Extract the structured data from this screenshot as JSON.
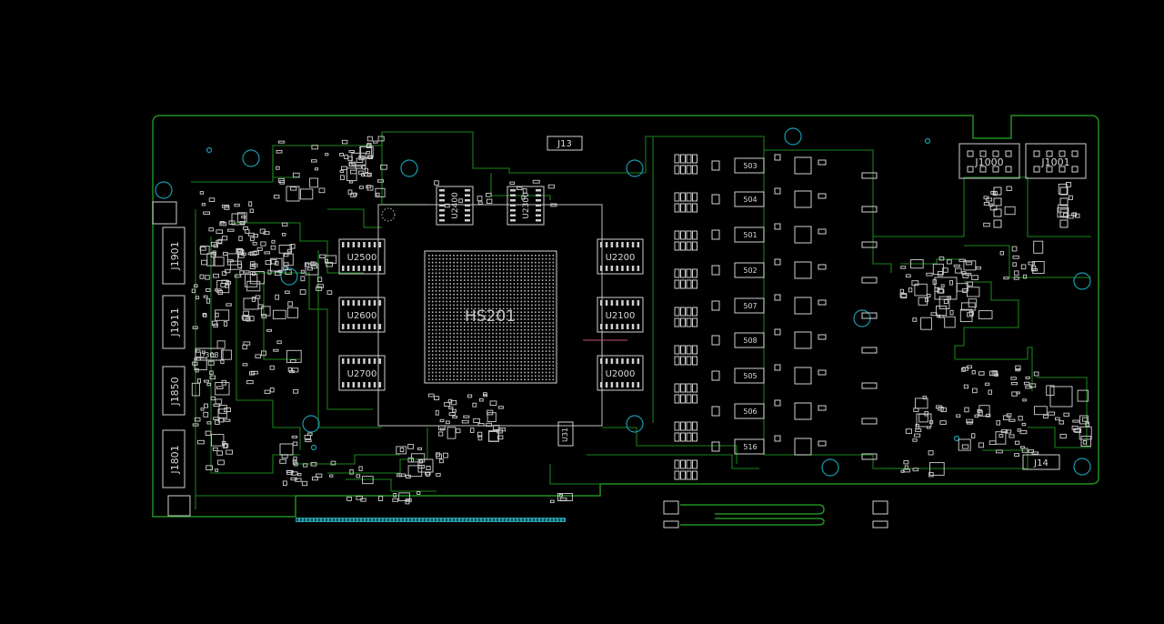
{
  "colors": {
    "background": "#000000",
    "board_outline": "#1f8f1f",
    "copper_trace": "#156b15",
    "silkscreen": "#d9d9d9",
    "mounting_hole": "#1a9bb0",
    "pcie_edge": "#2fb8c8"
  },
  "board": {
    "gpu_label": "HS201",
    "memory_chips": [
      "U2400",
      "U2300",
      "U2500",
      "U2200",
      "U2600",
      "U2100",
      "U2700",
      "U2000"
    ],
    "connectors": {
      "left": [
        "J1901",
        "J1911",
        "J1850",
        "J1801"
      ],
      "power": [
        "J1000",
        "J1001"
      ],
      "top": "J13",
      "bottom_right": "J14"
    },
    "other_labels": [
      "U303",
      "U31"
    ],
    "vrm_inductors": [
      "503",
      "504",
      "501",
      "502",
      "507",
      "508",
      "505",
      "506",
      "516"
    ]
  }
}
